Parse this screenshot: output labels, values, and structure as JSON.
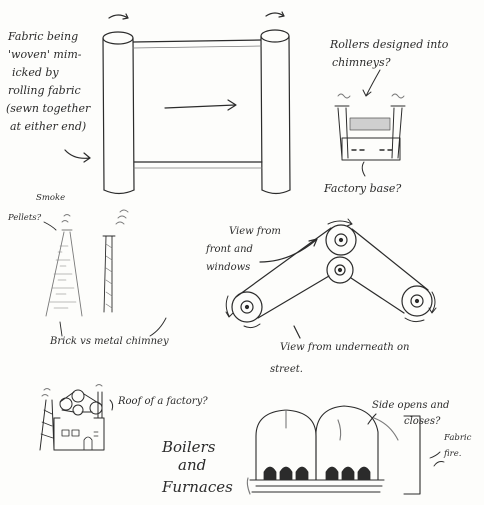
{
  "colors": {
    "ink": "#2b2b2b",
    "pencil": "#7a7a7a",
    "paper": "#fdfdfb"
  },
  "labels": {
    "fabric_note": [
      "Fabric being",
      "'woven' mim-",
      "icked by",
      "rolling fabric",
      "(sewn together",
      "at either end)"
    ],
    "rollers_note": [
      "Rollers designed into",
      "chimneys?"
    ],
    "factory_base": "Factory base?",
    "smoke_pellets": [
      "Smoke",
      "Pellets?"
    ],
    "brick_vs_metal": "Brick vs metal chimney",
    "view_front": [
      "View from",
      "front and",
      "windows"
    ],
    "view_underneath": [
      "View from underneath on",
      "street."
    ],
    "roof_note": "Roof of a factory?",
    "boilers_note": [
      "Boilers",
      "and",
      "Furnaces"
    ],
    "side_opens": [
      "Side opens and",
      "closes?"
    ],
    "fabric_fire": [
      "Fabric",
      "fire."
    ]
  }
}
